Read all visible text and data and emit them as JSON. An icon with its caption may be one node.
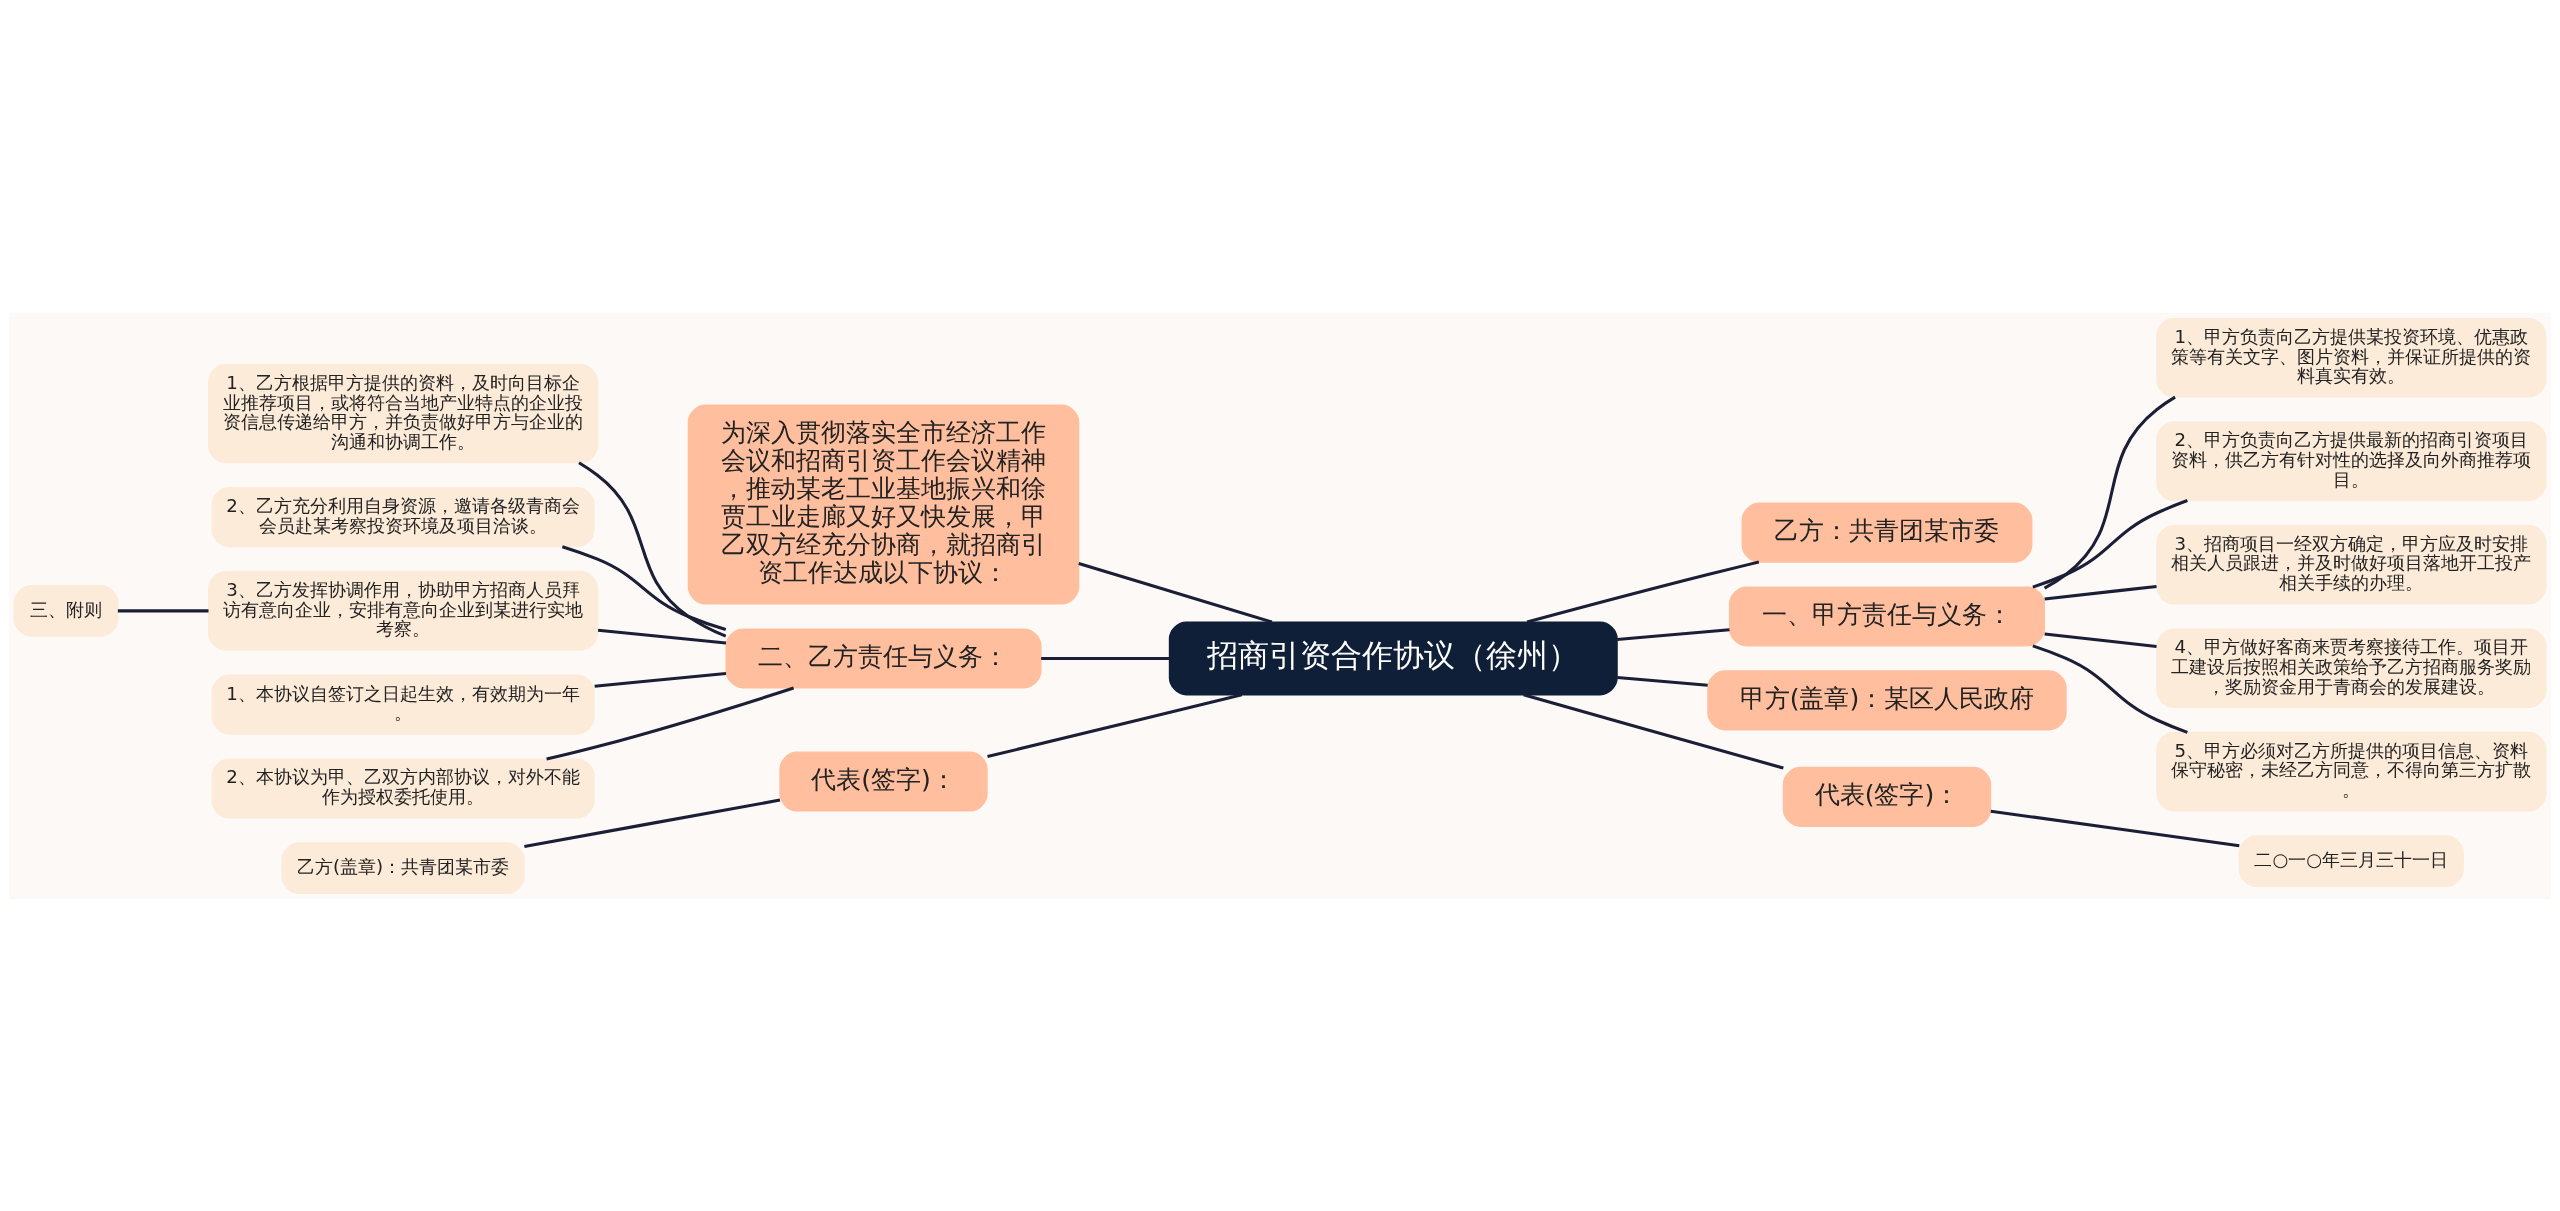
{
  "diagram": {
    "nodes": [
      {
        "text": [
          "招商引资合作协议（徐州）"
        ]
      },
      {
        "text": [
          "为深入贯彻落实全市经济工作会议和招商引资工作会议精神，推动某老工业基地振兴和徐贾工业走廊又好又快发展，甲乙双方经充分协商，就招商引资工作达成以下协议："
        ]
      },
      {
        "text": [
          "乙方：共青团某市委"
        ]
      },
      {
        "text": [
          "一、甲方责任与义务："
        ]
      },
      {
        "text": [
          "1、甲方负责向乙方提供某投资环境、优惠政策等有关文字、图片资料，并保证所提供的资料真实有效。"
        ]
      },
      {
        "text": [
          "2、甲方负责向乙方提供最新的招商引资项目资料，供乙方有针对性的选择及向外商推荐项目。"
        ]
      },
      {
        "text": [
          "3、招商项目一经双方确定，甲方应及时安排相关人员跟进，并及时做好项目落地开工投产相关手续的办理。"
        ]
      },
      {
        "text": [
          "4、甲方做好客商来贾考察接待工作。项目开工建设后按照相关政策给予乙方招商服务奖励，奖励资金用于青商会的发展建设。"
        ]
      },
      {
        "text": [
          "5、甲方必须对乙方所提供的项目信息、资料保守秘密，未经乙方同意，不得向第三方扩散。"
        ]
      },
      {
        "text": [
          "甲方(盖章)：某区人民政府"
        ]
      },
      {
        "text": [
          "代表(签字)："
        ]
      },
      {
        "text": [
          "二○一○年三月三十一日"
        ]
      },
      {
        "text": [
          "二、乙方责任与义务："
        ]
      },
      {
        "text": [
          "1、乙方根据甲方提供的资料，及时向目标企业推荐项目，或将符合当地产业特点的企业投资信息传递给甲方，并负责做好甲方与企业的沟通和协调工作。"
        ]
      },
      {
        "text": [
          "2、乙方充分利用自身资源，邀请各级青商会会员赴某考察投资环境及项目洽谈。"
        ]
      },
      {
        "text": [
          "3、乙方发挥协调作用，协助甲方招商人员拜访有意向企业，安排有意向企业到某进行实地考察。"
        ]
      },
      {
        "text": [
          "1、本协议自签订之日起生效，有效期为一年。"
        ]
      },
      {
        "text": [
          "2、本协议为甲、乙双方内部协议，对外不能作为授权委托使用。"
        ]
      },
      {
        "text": [
          "三、附则"
        ]
      },
      {
        "text": [
          "代表(签字)："
        ]
      },
      {
        "text": [
          "乙方(盖章)：共青团某市委"
        ]
      }
    ],
    "edges": [
      {
        "from": 0,
        "to": 1,
        "arrow": "none"
      },
      {
        "from": 0,
        "to": 2,
        "arrow": "none"
      },
      {
        "from": 0,
        "to": 3,
        "arrow": "none"
      },
      {
        "from": 3,
        "to": 4,
        "arrow": "none"
      },
      {
        "from": 3,
        "to": 5,
        "arrow": "none"
      },
      {
        "from": 3,
        "to": 6,
        "arrow": "none"
      },
      {
        "from": 3,
        "to": 7,
        "arrow": "none"
      },
      {
        "from": 3,
        "to": 8,
        "arrow": "none"
      },
      {
        "from": 0,
        "to": 9,
        "arrow": "none"
      },
      {
        "from": 0,
        "to": 10,
        "arrow": "none"
      },
      {
        "from": 10,
        "to": 11,
        "arrow": "none"
      },
      {
        "from": 0,
        "to": 12,
        "arrow": "none"
      },
      {
        "from": 12,
        "to": 13,
        "arrow": "none"
      },
      {
        "from": 12,
        "to": 14,
        "arrow": "none"
      },
      {
        "from": 12,
        "to": 15,
        "arrow": "none"
      },
      {
        "from": 12,
        "to": 16,
        "arrow": "none"
      },
      {
        "from": 12,
        "to": 17,
        "arrow": "none"
      },
      {
        "from": 15,
        "to": 18,
        "arrow": "none"
      },
      {
        "from": 0,
        "to": 19,
        "arrow": "none"
      },
      {
        "from": 19,
        "to": 20,
        "arrow": "none"
      }
    ]
  }
}
